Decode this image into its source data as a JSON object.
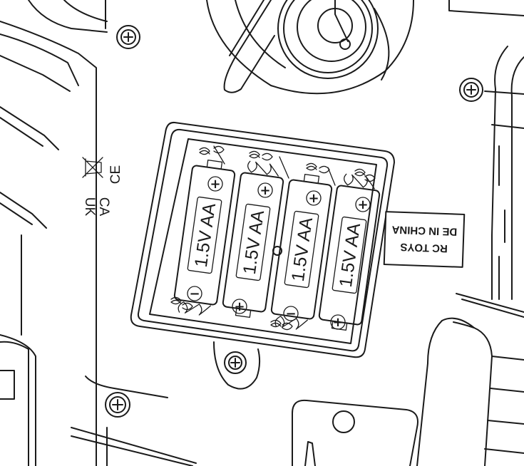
{
  "battery_compartment": {
    "batteries": [
      {
        "label": "1.5V AA"
      },
      {
        "label": "1.5V AA"
      },
      {
        "label": "1.5V AA"
      },
      {
        "label": "1.5V AA"
      }
    ],
    "plus_symbol": "+",
    "minus_symbol": "−"
  },
  "manufacturer_label": {
    "line1": "RC TOYS",
    "line2": "DE IN CHINA"
  },
  "compliance_marks": {
    "ce": "CE",
    "ukca_top": "UK",
    "ukca_bottom": "CA"
  }
}
